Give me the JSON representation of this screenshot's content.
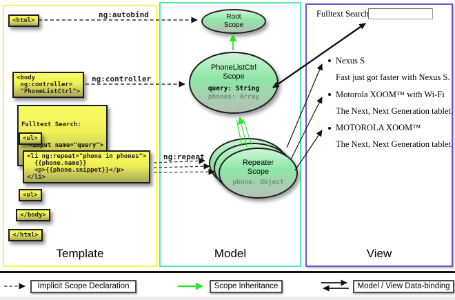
{
  "colors": {
    "template_border": "#fbfb45",
    "model_border": "#57e9a9",
    "view_border": "#6456cf",
    "green_arrow": "#2de52d",
    "code_box_yellow": "#f0f055",
    "scope_green": "#8ee7a8"
  },
  "labels": {
    "ng_autobind": "ng:autobind",
    "ng_controller": "ng:controller",
    "ng_repeat": "ng:repeat"
  },
  "template_col": {
    "title": "Template",
    "html_open": "<html>",
    "body_open": "<body\n ng:controller=\n \"PhoneListCtrl\">",
    "fulltext_label": "Fulltext Search:",
    "fulltext_code": "  <input name=\"query\">",
    "ul_open_1": "<ul>",
    "li_repeat": "<li ng:repeat=\"phone in phones\">\n  {{phone.name}}\n  <p>{{phone.snippet}}</p>\n</li>",
    "ul_open_2": "<ul>",
    "body_close": "</body>",
    "html_close": "</html>"
  },
  "model_col": {
    "title": "Model",
    "root_scope": {
      "title": "Root\nScope"
    },
    "phonelist_scope": {
      "title": "PhoneListCtrl\nScope",
      "prop_query": "query: String",
      "prop_phones": "phones: Array"
    },
    "repeater_scope": {
      "title": "Repeater\nScope",
      "prop_phone": "phone: Object"
    }
  },
  "view_col": {
    "title": "View",
    "fulltext_label": "Fulltext Search:",
    "search_input_value": "",
    "items": [
      {
        "name": "Nexus S",
        "desc": "Fast just got faster with Nexus S."
      },
      {
        "name": "Motorola XOOM™  with Wi-Fi",
        "desc": "The Next, Next Generation tablet."
      },
      {
        "name": "MOTOROLA XOOM™",
        "desc": "The Next, Next Generation tablet."
      }
    ]
  },
  "legend": {
    "implicit": "Implicit Scope Declaration",
    "inheritance": "Scope Inheritance",
    "databinding": "Model / View Data-binding"
  }
}
